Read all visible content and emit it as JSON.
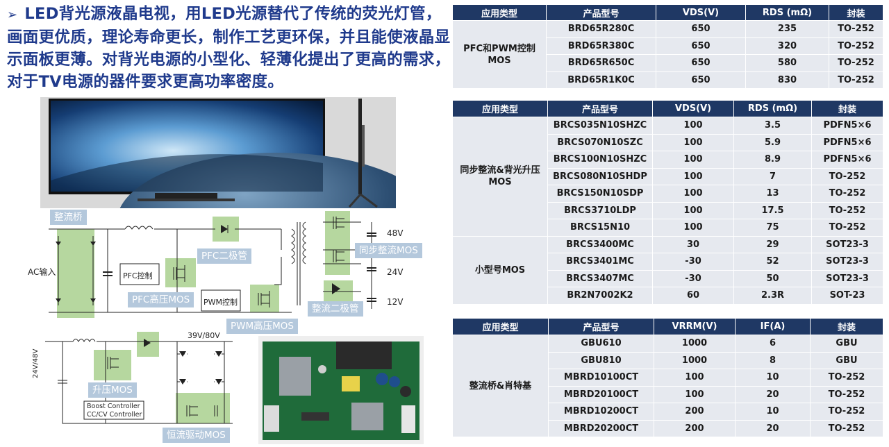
{
  "intro": {
    "bullet": "➢",
    "text": "LED背光源液晶电视，用LED光源替代了传统的荧光灯管，画面更优质，理论寿命更长，制作工艺更环保，并且能使液晶显示面板更薄。对背光电源的小型化、轻薄化提出了更高的需求，对于TV电源的器件要求更高功率密度。"
  },
  "diagram1": {
    "labels": {
      "bridge": "整流桥",
      "ac_input": "AC输入",
      "pfc_control": "PFC控制",
      "pfc_diode": "PFC二极管",
      "pfc_mos": "PFC高压MOS",
      "pwm_control": "PWM控制",
      "pwm_mos": "PWM高压MOS",
      "sync_mos": "同步整流MOS",
      "rect_diode": "整流二极管",
      "v48": "48V",
      "v24": "24V",
      "v12": "12V"
    }
  },
  "diagram2": {
    "labels": {
      "vin": "24V/48V",
      "vout": "39V/80V",
      "boost_mos": "升压MOS",
      "controller_line1": "Boost Controller",
      "controller_line2": "CC/CV Controller",
      "cc_mos": "恒流驱动MOS"
    }
  },
  "table1": {
    "headers": [
      "应用类型",
      "产品型号",
      "VDS(V)",
      "RDS (mΩ)",
      "封装"
    ],
    "category": "PFC和PWM控制MOS",
    "rows": [
      [
        "BRD65R280C",
        "650",
        "235",
        "TO-252"
      ],
      [
        "BRD65R380C",
        "650",
        "320",
        "TO-252"
      ],
      [
        "BRD65R650C",
        "650",
        "580",
        "TO-252"
      ],
      [
        "BRD65R1K0C",
        "650",
        "830",
        "TO-252"
      ]
    ]
  },
  "table2": {
    "headers": [
      "应用类型",
      "产品型号",
      "VDS(V)",
      "RDS (mΩ)",
      "封装"
    ],
    "groups": [
      {
        "category": "同步整流&背光升压MOS",
        "rows": [
          [
            "BRCS035N10SHZC",
            "100",
            "3.5",
            "PDFN5×6"
          ],
          [
            "BRCS070N10SZC",
            "100",
            "5.9",
            "PDFN5×6"
          ],
          [
            "BRCS100N10SHZC",
            "100",
            "8.9",
            "PDFN5×6"
          ],
          [
            "BRCS080N10SHDP",
            "100",
            "7",
            "TO-252"
          ],
          [
            "BRCS150N10SDP",
            "100",
            "13",
            "TO-252"
          ],
          [
            "BRCS3710LDP",
            "100",
            "17.5",
            "TO-252"
          ],
          [
            "BRCS15N10",
            "100",
            "75",
            "TO-252"
          ]
        ]
      },
      {
        "category": "小型号MOS",
        "rows": [
          [
            "BRCS3400MC",
            "30",
            "29",
            "SOT23-3"
          ],
          [
            "BRCS3401MC",
            "-30",
            "52",
            "SOT23-3"
          ],
          [
            "BRCS3407MC",
            "-30",
            "50",
            "SOT23-3"
          ],
          [
            "BR2N7002K2",
            "60",
            "2.3R",
            "SOT-23"
          ]
        ]
      }
    ]
  },
  "table3": {
    "headers": [
      "应用类型",
      "产品型号",
      "VRRM(V)",
      "IF(A)",
      "封装"
    ],
    "category": "整流桥&肖特基",
    "rows": [
      [
        "GBU610",
        "1000",
        "6",
        "GBU"
      ],
      [
        "GBU810",
        "1000",
        "8",
        "GBU"
      ],
      [
        "MBRD10100CT",
        "100",
        "10",
        "TO-252"
      ],
      [
        "MBRD20100CT",
        "100",
        "20",
        "TO-252"
      ],
      [
        "MBRD10200CT",
        "200",
        "10",
        "TO-252"
      ],
      [
        "MBRD20200CT",
        "200",
        "20",
        "TO-252"
      ]
    ]
  },
  "colors": {
    "header_bg": "#1f3864",
    "cell_bg": "#e6e9ef",
    "title_text": "#1f3a8c",
    "highlight_green": "#a9d08e",
    "label_bg": "#b4c8dc"
  }
}
